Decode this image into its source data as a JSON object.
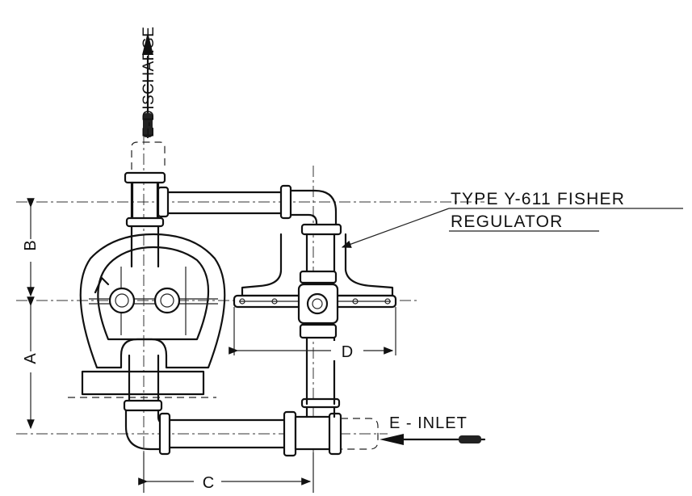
{
  "labels": {
    "discharge": "E-DISCHARGE",
    "regulator_line1": "TYPE Y-611 FISHER",
    "regulator_line2": "REGULATOR",
    "inlet": "E - INLET",
    "dim_a": "A",
    "dim_b": "B",
    "dim_c": "C",
    "dim_d": "D"
  },
  "colors": {
    "ink": "#111111",
    "paper": "#ffffff"
  }
}
